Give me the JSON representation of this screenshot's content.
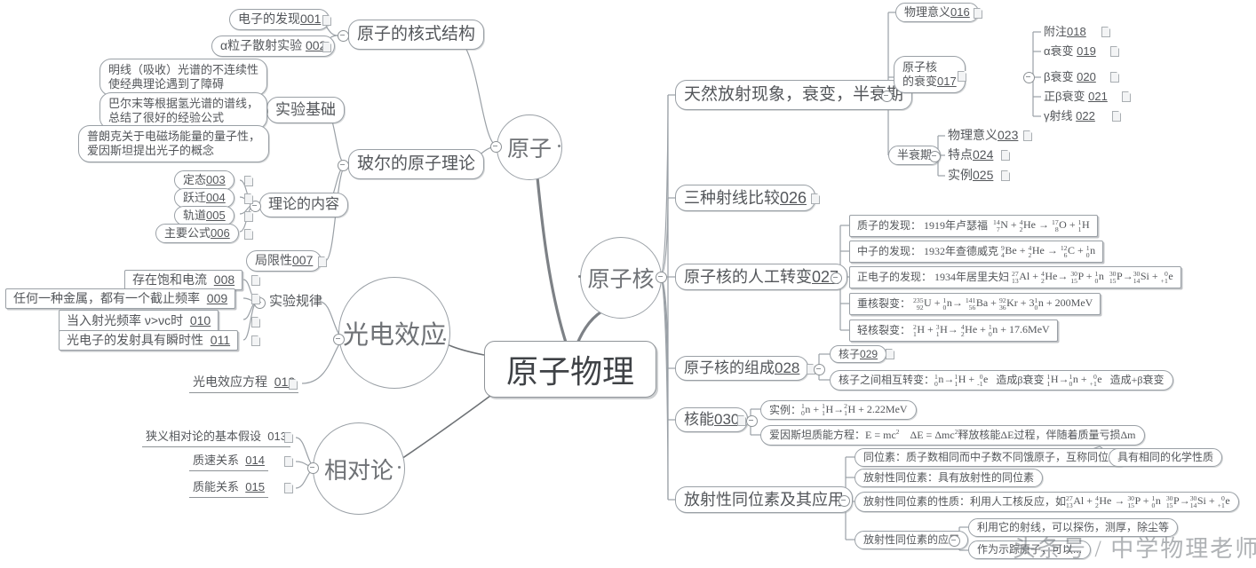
{
  "root": {
    "title": "原子物理"
  },
  "hubs": {
    "atom": "原子",
    "nucleus": "原子核",
    "photoelectric": "光电效应",
    "relativity": "相对论"
  },
  "branches": {
    "atom": {
      "nuclear_structure": {
        "label": "原子的核式结构",
        "children": [
          {
            "label": "电子的发现",
            "num": "001"
          },
          {
            "label": "α粒子散射实验",
            "num": "002"
          }
        ]
      },
      "bohr_theory": {
        "label": "玻尔的原子理论",
        "groups": [
          {
            "label": "实验基础",
            "children": [
              {
                "line1": "明线（吸收）光谱的不连续性",
                "line2": "使经典理论遇到了障碍"
              },
              {
                "line1": "巴尔末等根据氢光谱的谱线，",
                "line2": "总结了很好的经验公式"
              },
              {
                "line1": "普朗克关于电磁场能量的量子性，",
                "line2": "爱因斯坦提出光子的概念"
              }
            ]
          },
          {
            "label": "理论的内容",
            "children": [
              {
                "label": "定态",
                "num": "003"
              },
              {
                "label": "跃迁",
                "num": "004"
              },
              {
                "label": "轨道",
                "num": "005"
              },
              {
                "label": "主要公式",
                "num": "006"
              }
            ]
          },
          {
            "label": "局限性",
            "num": "007"
          }
        ]
      }
    },
    "photoelectric": {
      "laws": {
        "label": "实验规律",
        "children": [
          {
            "label": "存在饱和电流",
            "num": "008"
          },
          {
            "label": "任何一种金属，都有一个截止频率",
            "num": "009"
          },
          {
            "label": "当入射光频率 ν>νc时",
            "num": "010"
          },
          {
            "label": "光电子的发射具有瞬时性",
            "num": "011"
          }
        ]
      },
      "equation": {
        "label": "光电效应方程",
        "num": "012"
      }
    },
    "relativity": {
      "children": [
        {
          "label": "狭义相对论的基本假设",
          "num": "013"
        },
        {
          "label": "质速关系",
          "num": "014"
        },
        {
          "label": "质能关系",
          "num": "015"
        }
      ]
    },
    "nucleus": {
      "natural_radioactivity": {
        "label": "天然放射现象，衰变，半衰期",
        "children": [
          {
            "label": "物理意义",
            "num": "016"
          },
          {
            "label": "原子核\n的衰变",
            "label_line1": "原子核",
            "label_line2": "的衰变",
            "num": "017",
            "children": [
              {
                "label": "附注",
                "num": "018"
              },
              {
                "label": "α衰变",
                "num": "019"
              },
              {
                "label": "β衰变",
                "num": "020"
              },
              {
                "label": "正β衰变",
                "num": "021"
              },
              {
                "label": "γ射线",
                "num": "022"
              }
            ]
          },
          {
            "label": "半衰期",
            "children": [
              {
                "label": "物理意义",
                "num": "023"
              },
              {
                "label": "特点",
                "num": "024"
              },
              {
                "label": "实例",
                "num": "025"
              }
            ]
          }
        ]
      },
      "three_rays": {
        "label": "三种射线比较",
        "num": "026"
      },
      "artificial_transmutation": {
        "label": "原子核的人工转变",
        "num": "027",
        "rows": [
          {
            "title": "质子的发现：",
            "detail": "1919年卢瑟福",
            "formula": "14/7 N + 4/2 He → 17/8 O + 1/1 H"
          },
          {
            "title": "中子的发现：",
            "detail": "1932年查德威克",
            "formula": "9/4 Be + 4/2 He → 12/6 C + 1/0 n"
          },
          {
            "title": "正电子的发现：",
            "detail": "1934年居里夫妇",
            "formula": "27/13 Al + 4/2 He → 30/15 P + 1/0 n   30/15 P → 30/14 Si + 0/+1 e"
          },
          {
            "title": "重核裂变：",
            "detail": "",
            "formula": "235/92 U + 1/0 n → 141/56 Ba + 92/36 Kr + 3 1/0 n + 200MeV"
          },
          {
            "title": "轻核裂变：",
            "detail": "",
            "formula": "2/1 H + 3/1 H → 4/2 He + 1/0 n + 17.6MeV"
          }
        ]
      },
      "composition": {
        "label": "原子核的组成",
        "num": "028",
        "children": [
          {
            "label": "核子",
            "num": "029"
          },
          {
            "title": "核子之间相互转变：",
            "formula_a": "1/0 n → 1/1 H + 0/-1 e",
            "mid": "造成β衰变",
            "formula_b": "1/1 H → 1/0 n + 0/+1 e",
            "tail": "造成+β衰变"
          }
        ]
      },
      "nuclear_energy": {
        "label": "核能",
        "num": "030",
        "children": [
          {
            "title": "实例：",
            "formula": "1/0 n + 1/1 H → 2/1 H + 2.22MeV"
          },
          {
            "title": "爱因斯坦质能方程：",
            "formula": "E = mc²   ΔE = Δmc²释放核能ΔE过程，伴随着质量亏损Δm"
          }
        ]
      },
      "isotopes": {
        "label": "放射性同位素及其应用",
        "children": [
          {
            "text": "同位素：质子数相同而中子数不同饿原子，互称同位素",
            "side": "具有相同的化学性质"
          },
          {
            "text": "放射性同位素：具有放射性的同位素"
          },
          {
            "title": "放射性同位素的性质：",
            "detail": "利用人工核反应，如",
            "formula": "27/13 Al + 4/2 He → 30/15 P + 1/0 n   30/15 P → 30/14 Si + 0/+1 e"
          },
          {
            "label": "放射性同位素的应用",
            "children": [
              {
                "text": "利用它的射线，可以探伤，测厚，除尘等"
              },
              {
                "text": "作为示踪原子，可以..."
              }
            ]
          }
        ]
      }
    }
  },
  "watermark": "头条号 / 中学物理老师"
}
